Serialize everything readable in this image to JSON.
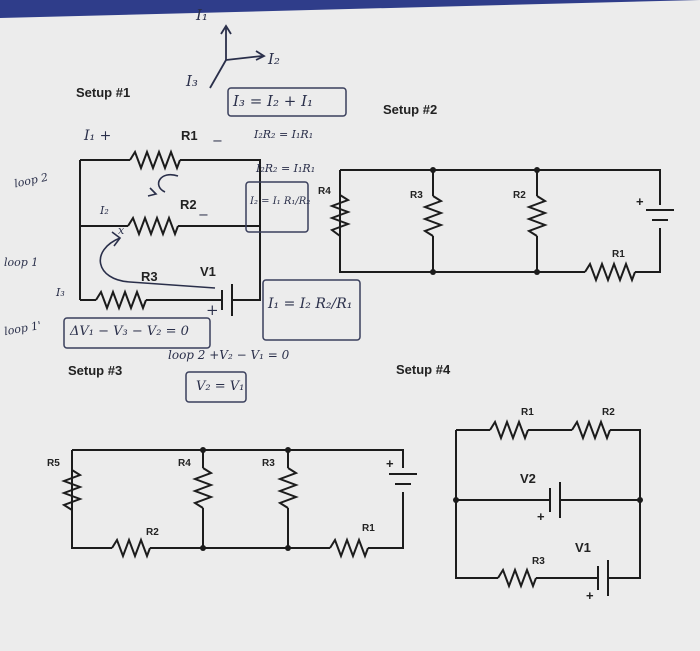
{
  "setup_titles": [
    "Setup #1",
    "Setup #2",
    "Setup #3",
    "Setup #4"
  ],
  "setup1": {
    "resistors": [
      "R1",
      "R2",
      "R3"
    ],
    "source": "V1"
  },
  "setup2": {
    "resistors": [
      "R4",
      "R3",
      "R2",
      "R1"
    ],
    "plus": "+"
  },
  "setup3": {
    "resistors": [
      "R5",
      "R4",
      "R3",
      "R2",
      "R1"
    ],
    "plus": "+"
  },
  "setup4": {
    "resistors": [
      "R1",
      "R2",
      "R3"
    ],
    "sources": [
      "V2",
      "V1"
    ],
    "plus": "+"
  },
  "notes": {
    "axis_i1": "I₁",
    "axis_i2": "I₂",
    "axis_i3": "I₃",
    "junction": "I₃ = I₂ + I₁",
    "eq_a": "I₂R₂ = I₁R₁",
    "eq_b": "I₂R₂ = I₁R₁",
    "eq_c": "I₂ = I₁ R₁/R₂",
    "eq_d": "I₁ = I₂ R₂/R₁",
    "kvl1": "ΔV₁ − V₃ − V₂ = 0",
    "kvl2": "loop 2   +V₂ − V₁ = 0",
    "eq_v": "V₂ = V₁",
    "i1_mark": "I₁ +",
    "i2_mark": "I₂",
    "i3_mark": "I₃",
    "loop2": "loop 2",
    "loop1": "loop 1",
    "loop_prime": "loop 1'",
    "r2_minus": "−",
    "r1_minus": "−",
    "v1_plus": "+",
    "x_mark": "x"
  },
  "colors": {
    "ink": "#1c1c1c",
    "paper": "#eeeeee",
    "pen": "#2a2f4a"
  }
}
